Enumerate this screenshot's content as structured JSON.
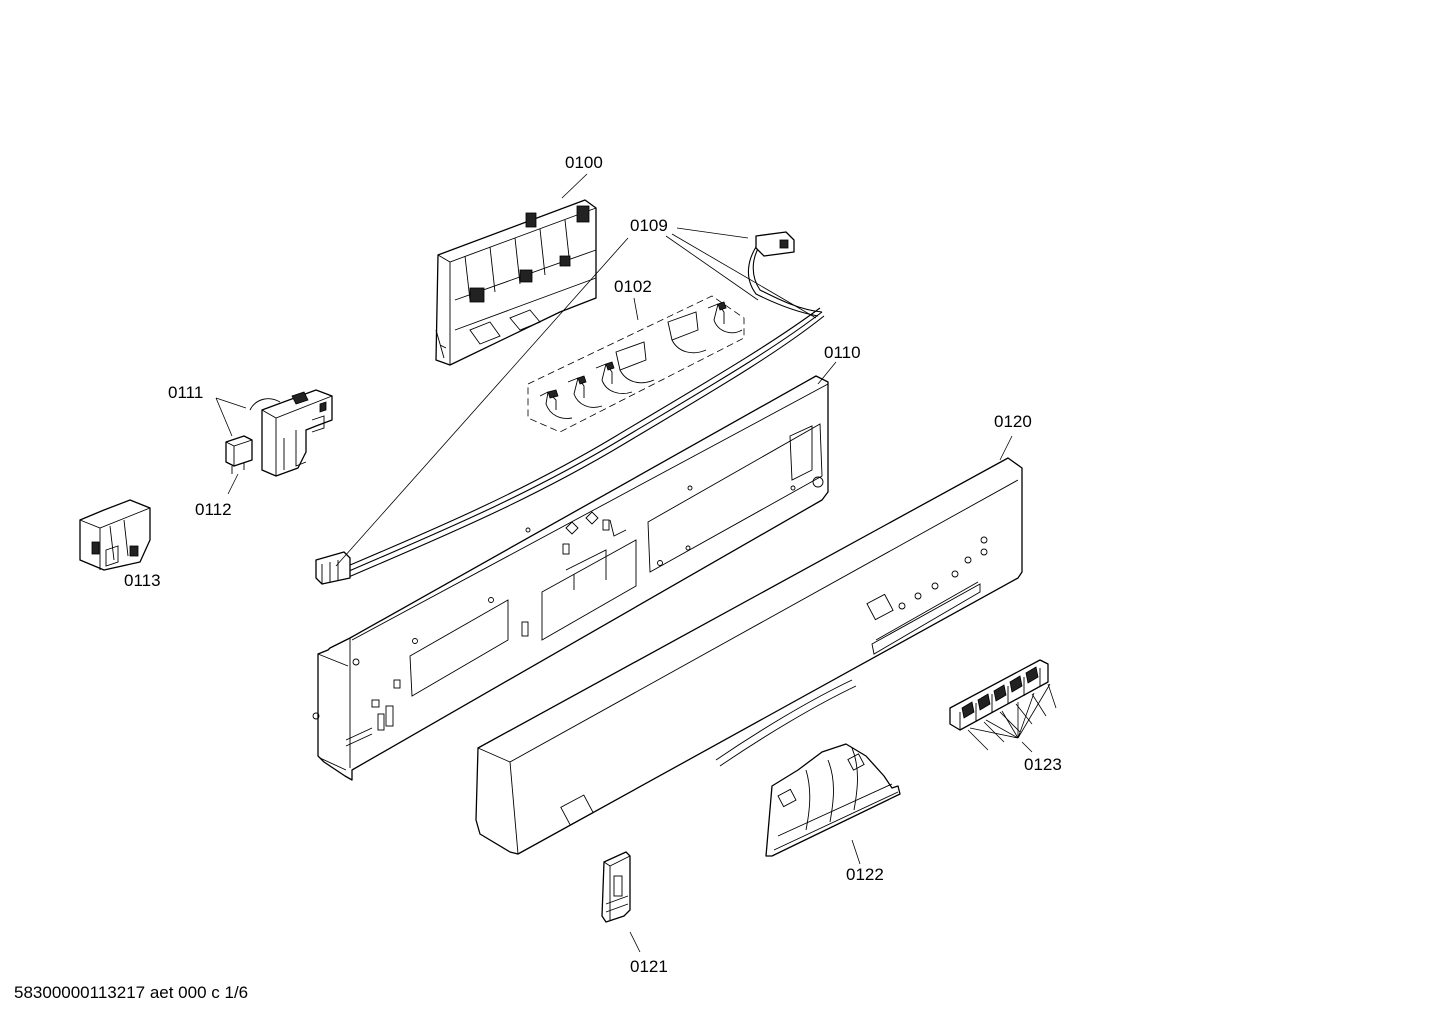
{
  "labels": {
    "p0100": "0100",
    "p0109": "0109",
    "p0102": "0102",
    "p0110": "0110",
    "p0111": "0111",
    "p0112": "0112",
    "p0113": "0113",
    "p0120": "0120",
    "p0121": "0121",
    "p0122": "0122",
    "p0123": "0123"
  },
  "footer": "58300000113217 aet 000 c 1/6"
}
